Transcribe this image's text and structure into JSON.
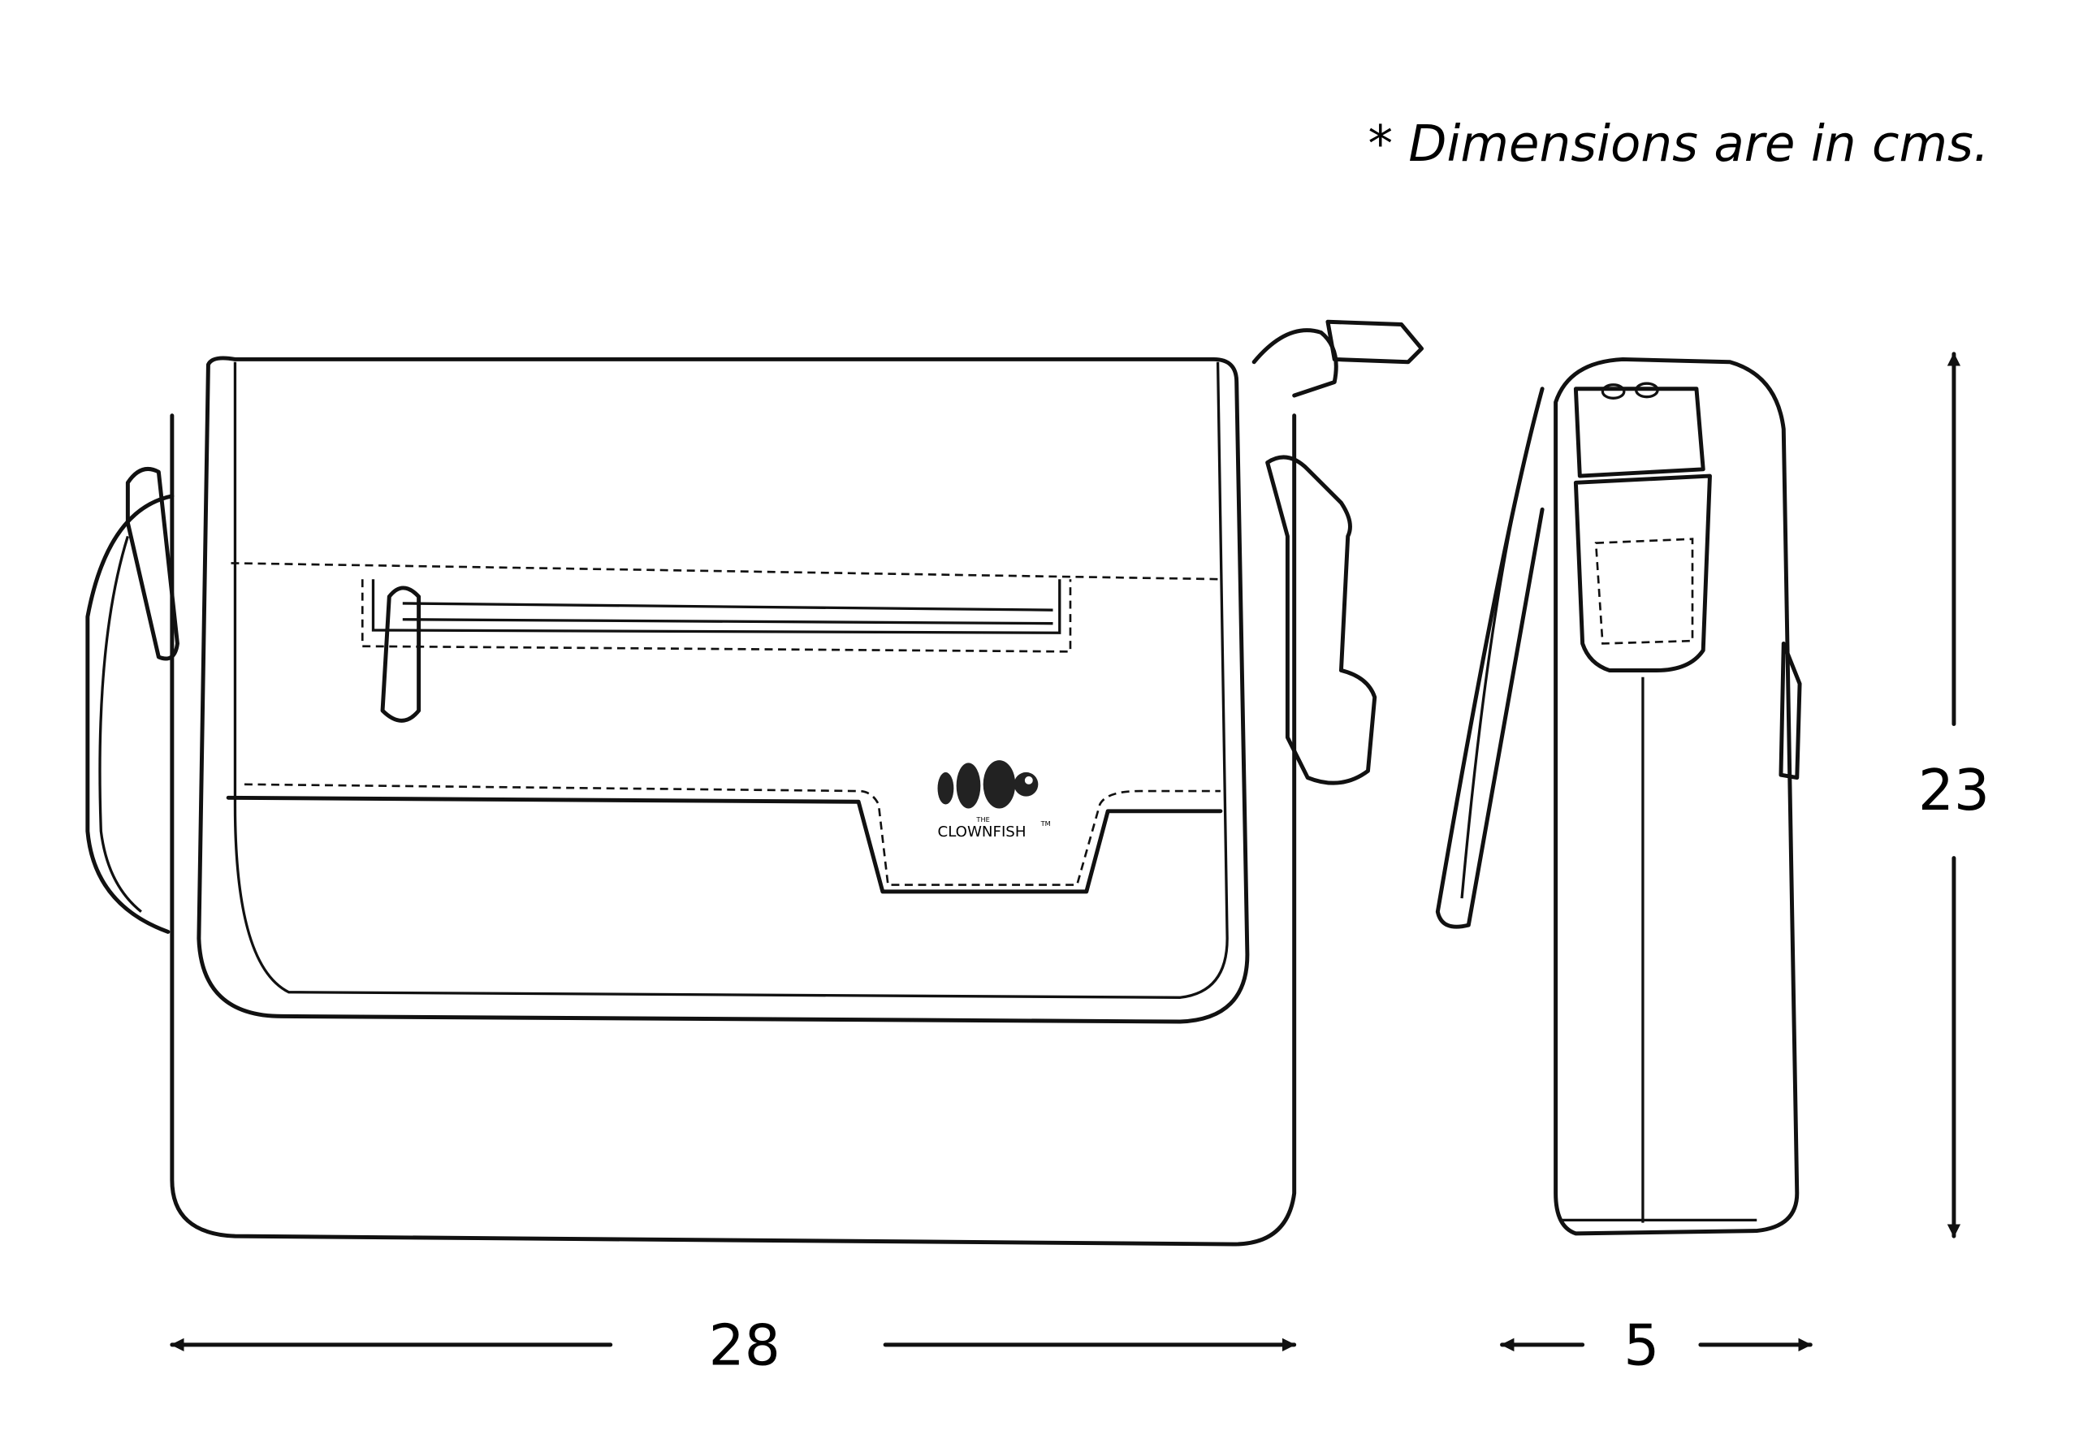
{
  "note": "* Dimensions are in cms.",
  "dimensions": {
    "width": "28",
    "depth": "5",
    "height": "23"
  },
  "logo": {
    "prefix": "THE",
    "brand": "CLOWNFISH",
    "trademark": "TM"
  },
  "colors": {
    "line": "#111111",
    "background": "#ffffff"
  }
}
